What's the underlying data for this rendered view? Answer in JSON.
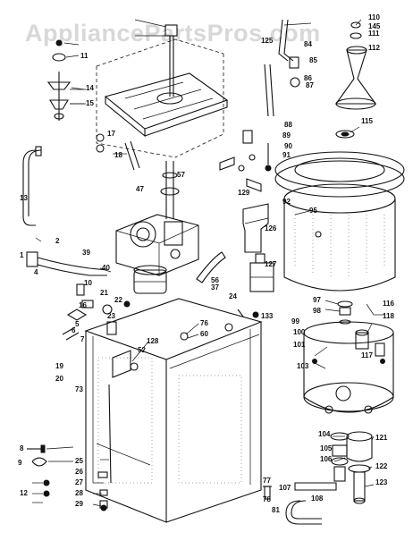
{
  "watermark": "AppliancePartsPros.com",
  "labels": [
    "1",
    "2",
    "4",
    "5",
    "6",
    "7",
    "8",
    "9",
    "10",
    "11",
    "12",
    "13",
    "14",
    "15",
    "16",
    "17",
    "18",
    "19",
    "20",
    "21",
    "22",
    "23",
    "24",
    "25",
    "26",
    "27",
    "28",
    "29",
    "37",
    "39",
    "40",
    "47",
    "52",
    "56",
    "57",
    "60",
    "73",
    "76",
    "77",
    "78",
    "81",
    "84",
    "85",
    "86",
    "87",
    "88",
    "89",
    "90",
    "91",
    "92",
    "95",
    "97",
    "98",
    "99",
    "100",
    "101",
    "103",
    "104",
    "105",
    "106",
    "107",
    "108",
    "110",
    "111",
    "112",
    "115",
    "116",
    "117",
    "118",
    "121",
    "122",
    "123",
    "125",
    "126",
    "127",
    "128",
    "129",
    "133",
    "145"
  ]
}
